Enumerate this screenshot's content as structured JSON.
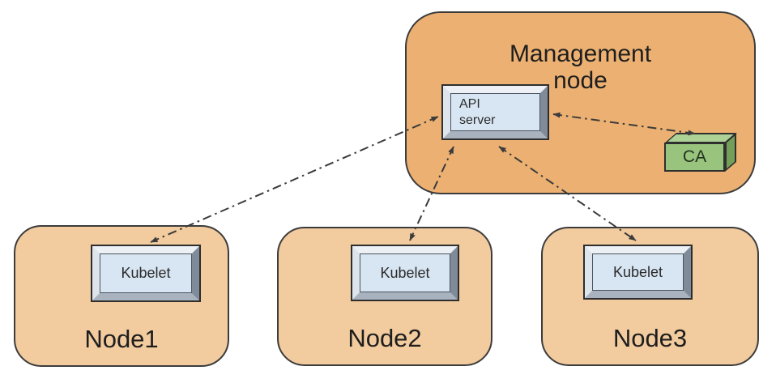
{
  "diagram": {
    "management_node": {
      "label": "Management\nnode",
      "api_server": {
        "label": "API\nserver"
      },
      "ca": {
        "label": "CA"
      }
    },
    "worker_nodes": [
      {
        "label": "Node1",
        "component": "Kubelet"
      },
      {
        "label": "Node2",
        "component": "Kubelet"
      },
      {
        "label": "Node3",
        "component": "Kubelet"
      }
    ],
    "connections": [
      {
        "from": "Kubelet (Node1)",
        "to": "API server",
        "style": "dash-dot",
        "bidirectional": true
      },
      {
        "from": "Kubelet (Node2)",
        "to": "API server",
        "style": "dash-dot",
        "bidirectional": true
      },
      {
        "from": "Kubelet (Node3)",
        "to": "API server",
        "style": "dash-dot",
        "bidirectional": true
      },
      {
        "from": "API server",
        "to": "CA",
        "style": "dash-dot",
        "bidirectional": true
      }
    ],
    "colors": {
      "management_node_fill": "#ecb172",
      "worker_node_fill": "#f2cb9e",
      "component_face_fill": "#d8e5f2",
      "ca_front_fill": "#98c47e",
      "ca_top_fill": "#aed196",
      "ca_side_fill": "#739f58",
      "arrow_color": "#3b3b3b",
      "outline_color": "#3c3c3c"
    }
  }
}
